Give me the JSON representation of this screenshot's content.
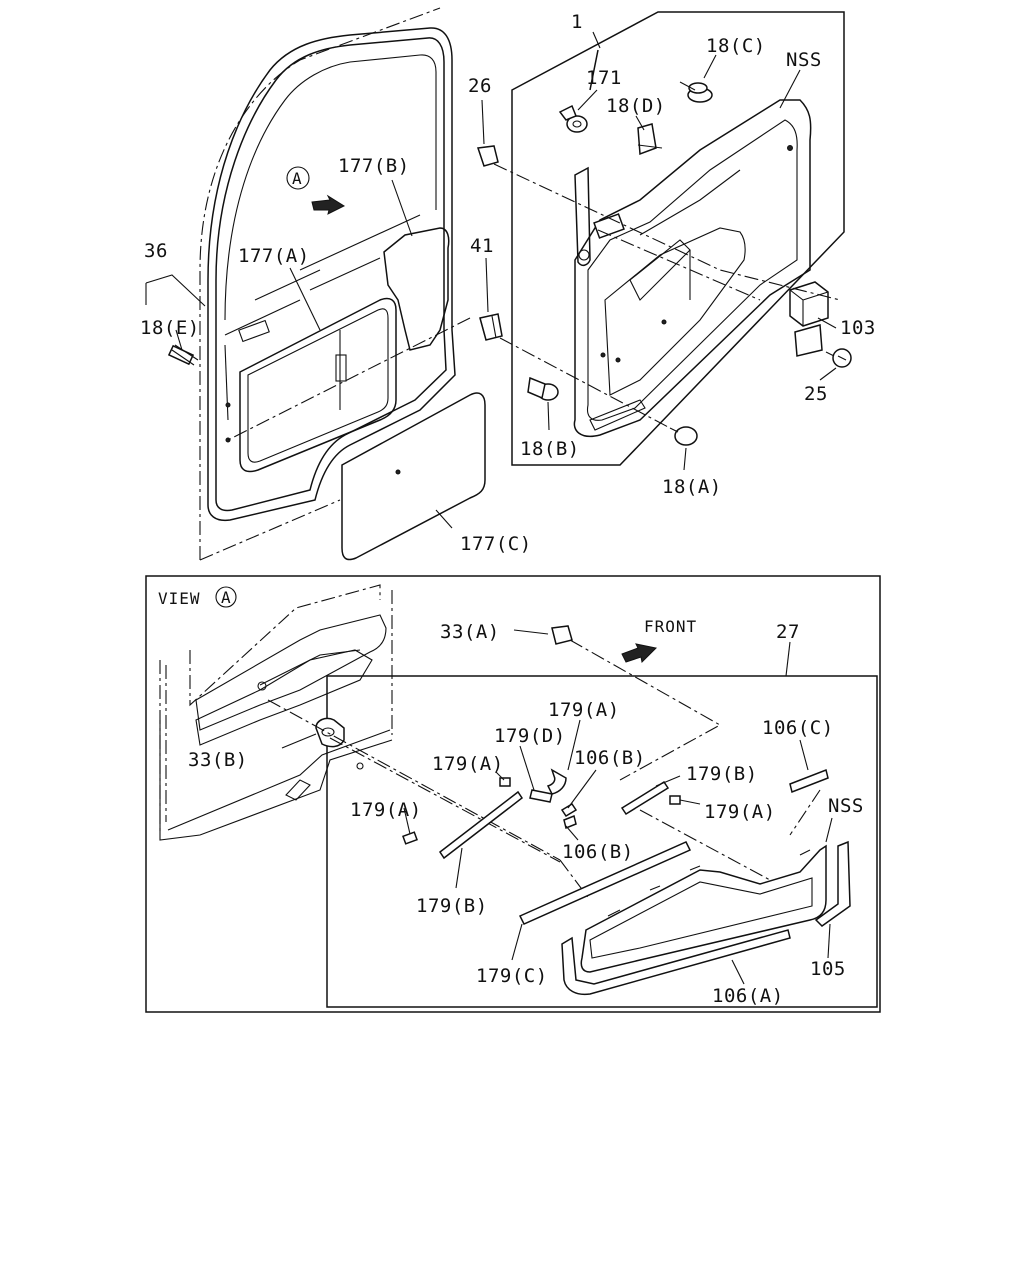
{
  "diagram": {
    "callouts": {
      "c1": "1",
      "c18C": "18(C)",
      "nss_top": "NSS",
      "c171": "171",
      "c18D": "18(D)",
      "c26": "26",
      "cA_marker": "A",
      "c177B": "177(B)",
      "c36": "36",
      "c177A": "177(A)",
      "c41": "41",
      "c18E": "18(E)",
      "c103": "103",
      "c25": "25",
      "c18B": "18(B)",
      "c18A": "18(A)",
      "c177C": "177(C)",
      "view_label": "VIEW",
      "view_marker": "A",
      "c33A": "33(A)",
      "front": "FRONT",
      "c27": "27",
      "c179A_1": "179(A)",
      "c179D": "179(D)",
      "c179A_2": "179(A)",
      "c106B_1": "106(B)",
      "c106C": "106(C)",
      "c33B": "33(B)",
      "c179B_1": "179(B)",
      "c179A_3": "179(A)",
      "c179A_4": "179(A)",
      "nss_bottom": "NSS",
      "c106B_2": "106(B)",
      "c179B_2": "179(B)",
      "c179C": "179(C)",
      "c105": "105",
      "c106A": "106(A)"
    }
  }
}
